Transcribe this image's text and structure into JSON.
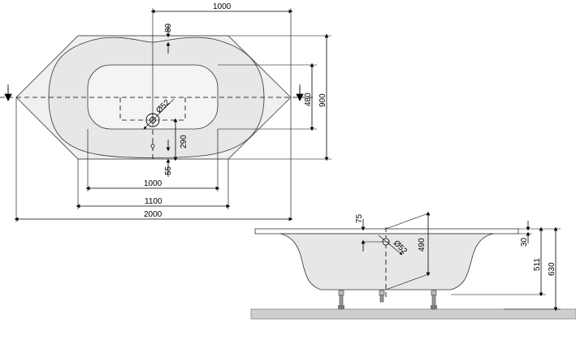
{
  "top_view": {
    "dims": {
      "top_width": "1000",
      "rim_80": "80",
      "basin_480": "480",
      "depth_900": "900",
      "drain_dia": "Ø52",
      "drain_290": "290",
      "offset_55": "55",
      "inner_1000": "1000",
      "inner_1100": "1100",
      "total_2000": "2000"
    }
  },
  "side_view": {
    "dims": {
      "d75": "75",
      "drain_dia": "Ø52",
      "d490": "490",
      "d30": "30",
      "d511": "511",
      "d630": "630"
    }
  }
}
